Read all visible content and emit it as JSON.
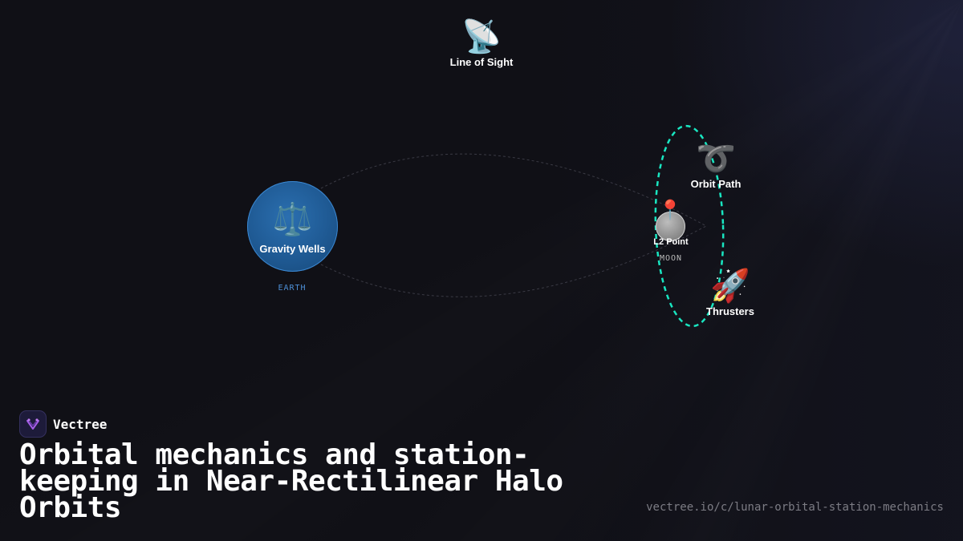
{
  "diagram": {
    "nodes": {
      "line_of_sight": {
        "icon": "satellite-dish-icon",
        "glyph": "📡",
        "label": "Line of Sight"
      },
      "orbit_path": {
        "icon": "loop-icon",
        "glyph": "➰",
        "label": "Orbit Path"
      },
      "thrusters": {
        "icon": "rocket-icon",
        "glyph": "🚀",
        "label": "Thrusters"
      },
      "gravity_wells": {
        "icon": "balance-scale-icon",
        "glyph": "⚖️",
        "label": "Gravity Wells",
        "caption": "EARTH"
      },
      "l2_point": {
        "icon": "pin-icon",
        "glyph": "📍",
        "label": "L2 Point",
        "caption": "MOON"
      }
    },
    "colors": {
      "halo_orbit": "#19e6c1",
      "earth": "#1f5a94",
      "moon": "#8e8e8e",
      "background": "#101016"
    }
  },
  "footer": {
    "brand_name": "Vectree",
    "title": "Orbital mechanics and station-keeping in Near-Rectilinear Halo Orbits",
    "url": "vectree.io/c/lunar-orbital-station-mechanics"
  }
}
